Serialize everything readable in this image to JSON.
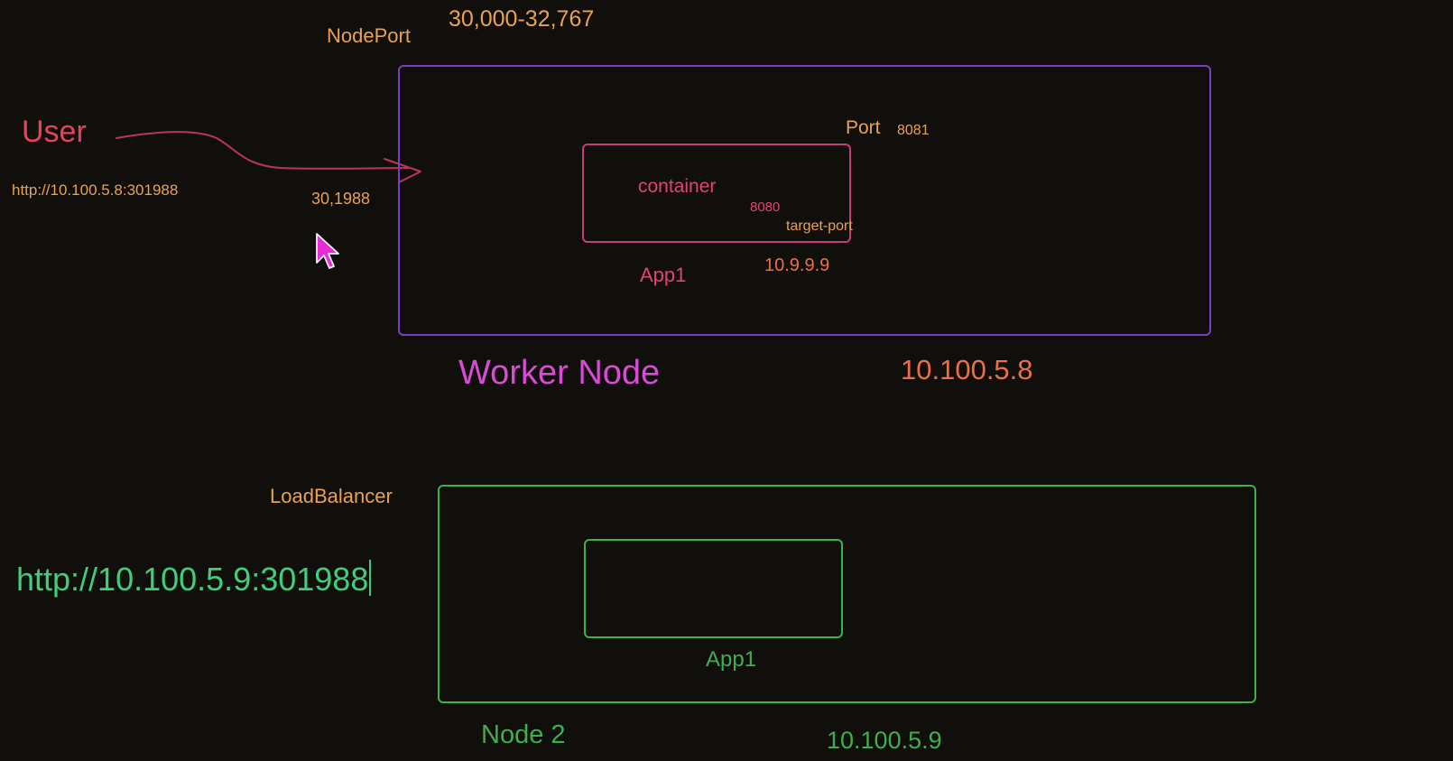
{
  "colors": {
    "background": "#110f0c",
    "orange": "#e9a253",
    "user_red": "#e8435a",
    "pink": "#e0456e",
    "magenta": "#d94ad6",
    "purple_border": "#7a3fc0",
    "ip_orange": "#ee6e48",
    "green": "#3fae4d",
    "bright_green": "#3fce7a",
    "cursor": "#e82bd6"
  },
  "top": {
    "nodeport_label": "NodePort",
    "port_range": "30,000-32,767"
  },
  "user": {
    "label": "User",
    "url": "http://10.100.5.8:301988",
    "node_port": "30,1988"
  },
  "worker_node": {
    "port_label": "Port",
    "port_value": "8081",
    "container_label": "container",
    "container_port": "8080",
    "target_port_label": "target-port",
    "app_label": "App1",
    "pod_ip": "10.9.9.9",
    "title": "Worker Node",
    "node_ip": "10.100.5.8"
  },
  "load_balancer": {
    "label": "LoadBalancer",
    "url": "http://10.100.5.9:301988"
  },
  "node2": {
    "app_label": "App1",
    "title": "Node 2",
    "node_ip": "10.100.5.9"
  },
  "icons": {
    "cursor": "mouse-pointer-icon",
    "arrow": "hand-drawn-arrow-icon"
  }
}
